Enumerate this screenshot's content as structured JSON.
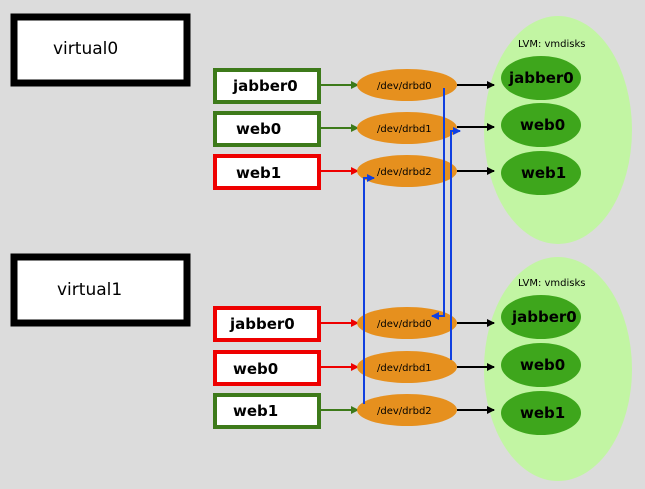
{
  "colors": {
    "background": "#dcdcdc",
    "active_border": "#3d7a1a",
    "inactive_border": "#ee0000",
    "drbd_fill": "#e6901e",
    "volume_group_fill": "#c2f5a3",
    "logical_volume_fill": "#3ea61c",
    "replication_line": "#1040e0",
    "host_border": "#000000"
  },
  "hosts": [
    {
      "name": "virtual0",
      "volume_group": "LVM: vmdisks",
      "rows": [
        {
          "vm": "jabber0",
          "state": "active",
          "drbd": "/dev/drbd0",
          "lv": "jabber0"
        },
        {
          "vm": "web0",
          "state": "active",
          "drbd": "/dev/drbd1",
          "lv": "web0"
        },
        {
          "vm": "web1",
          "state": "inactive",
          "drbd": "/dev/drbd2",
          "lv": "web1"
        }
      ]
    },
    {
      "name": "virtual1",
      "volume_group": "LVM: vmdisks",
      "rows": [
        {
          "vm": "jabber0",
          "state": "inactive",
          "drbd": "/dev/drbd0",
          "lv": "jabber0"
        },
        {
          "vm": "web0",
          "state": "inactive",
          "drbd": "/dev/drbd1",
          "lv": "web0"
        },
        {
          "vm": "web1",
          "state": "active",
          "drbd": "/dev/drbd2",
          "lv": "web1"
        }
      ]
    }
  ]
}
